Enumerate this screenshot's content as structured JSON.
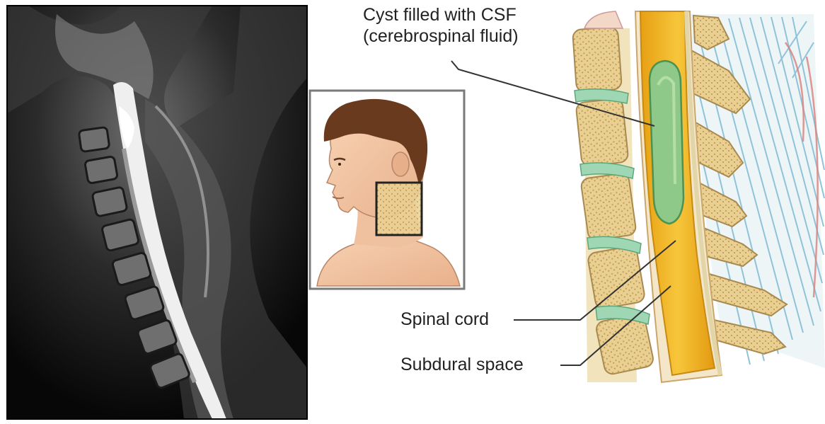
{
  "labels": {
    "cyst_line1": "Cyst filled with CSF",
    "cyst_line2": "(cerebrospinal fluid)",
    "spinal_cord": "Spinal cord",
    "subdural_space": "Subdural space"
  },
  "colors": {
    "mri_background": "#0b0b0b",
    "spinal_cord": "#f2b625",
    "cyst": "#8fc98a",
    "vertebra": "#e8cf94",
    "disc": "#9fd6b3",
    "muscle_lines": "#8fc3d9",
    "skin": "#f3c7a4",
    "hair": "#6a3a1e"
  }
}
